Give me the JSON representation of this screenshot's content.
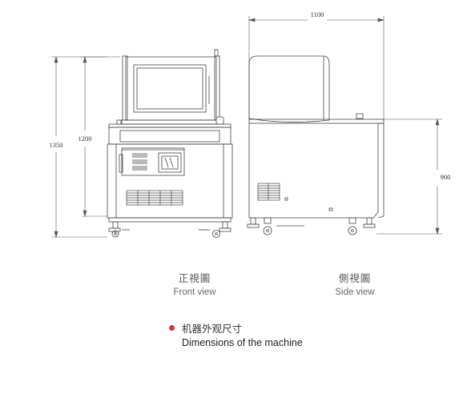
{
  "dimensions": {
    "overall_height": "1350",
    "body_height": "1200",
    "overall_depth": "1100",
    "table_height": "900"
  },
  "captions": {
    "front_zh": "正視圖",
    "front_en": "Front view",
    "side_zh": "側視圖",
    "side_en": "Side view"
  },
  "note": {
    "zh": "机器外观尺寸",
    "en": "Dimensions of the machine"
  },
  "colors": {
    "line": "#444444",
    "dimension_line": "#555555",
    "bullet": "#d0313b"
  }
}
